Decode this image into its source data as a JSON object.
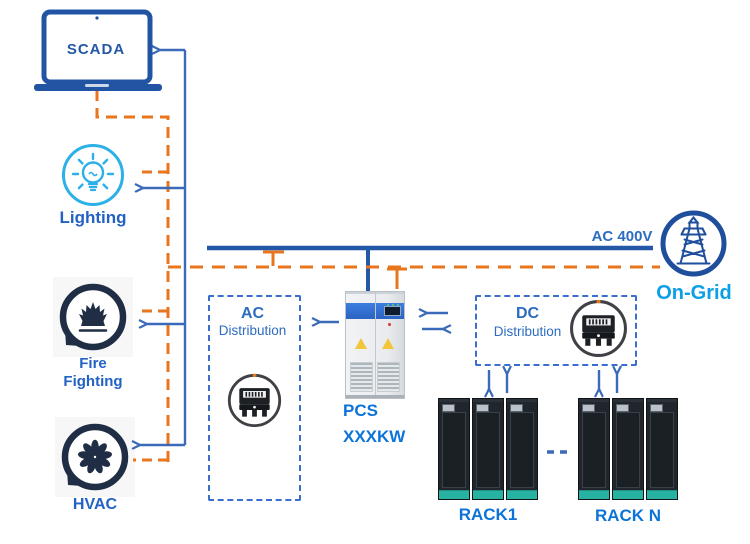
{
  "diagram": {
    "scada": {
      "label": "SCADA"
    },
    "lighting": {
      "label": "Lighting"
    },
    "fire_fighting": {
      "line1": "Fire",
      "line2": "Fighting"
    },
    "hvac": {
      "label": "HVAC"
    },
    "ac_distribution": {
      "line1": "AC",
      "line2": "Distribution"
    },
    "dc_distribution": {
      "line1": "DC",
      "line2": "Distribution"
    },
    "pcs": {
      "name": "PCS",
      "rating": "XXXKW"
    },
    "grid": {
      "bus_voltage": "AC 400V",
      "label": "On-Grid"
    },
    "racks": {
      "rack1": "RACK1",
      "rack_n": "RACK N"
    },
    "colors": {
      "control_line_blue": "#3a6ab8",
      "bus_blue": "#2458a6",
      "power_orange": "#e8761e",
      "box_border_blue": "#3c6ed0",
      "label_royal_blue": "#2d6cc0",
      "icon_dark_navy": "#202e45",
      "label_bright_blue": "#0c74d8",
      "on_grid_cyan": "#0b9fe6",
      "lighting_light_blue": "#2bb0e8",
      "rack_base_teal": "#27b2a2",
      "pcs_band_blue": "#2f6fd0"
    }
  }
}
